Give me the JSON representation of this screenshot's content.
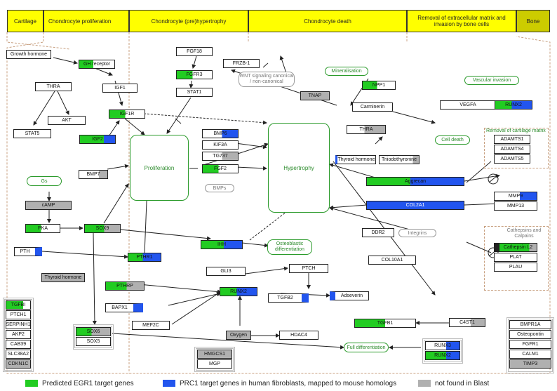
{
  "colors": {
    "green": "#22cc22",
    "blue": "#2255ee",
    "grey": "#b0b0b0",
    "yellow": "#ffff00",
    "stage": "#c8a080"
  },
  "stages": [
    "Cartilage",
    "Chondrocyte proliferation",
    "Chondrocyte (pre)hypertrophy",
    "Chondrocyte death",
    "Removal of extracellular matrix and invasion by bone cells",
    "Bone"
  ],
  "processes": {
    "proliferation": "Proliferation",
    "hypertrophy": "Hypertrophy",
    "mineralisation": "Mineralisation",
    "vascular_invasion": "Vascular invasion",
    "cell_death": "Cell death",
    "osteoblastic": "Osteoblastic differentiation",
    "full_diff": "Full differentiation",
    "wnt": "WNT signaling canonical / non-canonical",
    "gs": "Gs",
    "bmps": "BMPs",
    "integrins": "Integrins",
    "removal_matrix": "Removal of cartilage matrix",
    "cathepsins": "Cathepsins and Calpains"
  },
  "genes": {
    "growth_hormone": "Growth hormone",
    "gh_receptor": "GH receptor",
    "thra1": "THRA",
    "igf1": "IGF1",
    "akt": "AKT",
    "stat5": "STAT5",
    "igf1r": "IGF1R",
    "igf2": "IGF2",
    "fgf18": "FGF18",
    "fgfr3": "FGFR3",
    "stat1": "STAT1",
    "frzb1": "FRZB-1",
    "tnap": "TNAP",
    "npp1": "NPP1",
    "carminerin": "Carminerin",
    "vegfa": "VEGFA",
    "runx2a": "RUNX2",
    "bmp6": "BMP6",
    "kif3a": "KIF3A",
    "tg737": "TG737",
    "fgf2": "FGF2",
    "bmp7": "BMP7",
    "thra2": "THRA",
    "thyroid_hormone1": "Thyroid hormone",
    "triiodothyronine": "Triiodothyronine",
    "adamts1": "ADAMTS1",
    "adamts4": "ADAMTS4",
    "adamts5": "ADAMTS5",
    "camp": "cAMP",
    "pka": "PKA",
    "sox9": "SOX9",
    "aggrecan": "Aggrecan",
    "mmp9": "MMP9",
    "mmp13": "MMP13",
    "col2a1": "COL2A1",
    "ddr2": "DDR2",
    "pth": "PTH",
    "pthr1": "PTHR1",
    "ihh": "IHH",
    "thyroid_hormone2": "Thyroid hormone",
    "gli3": "GLI3",
    "ptch": "PTCH",
    "col10a1": "COL10A1",
    "cathepsin_l2": "Cathepsin L2",
    "plat": "PLAT",
    "plau": "PLAU",
    "pthrp": "PTHRP",
    "runx2b": "RUNX2",
    "bapx1": "BAPX1",
    "tgfb2": "TGFB2",
    "adseverin": "Adseverin",
    "mef2c": "MEF2C",
    "tgfb1": "TGFB1",
    "c4st1": "C4ST1",
    "oxygen": "Oxygen",
    "hdac4": "HDAC4",
    "sox6": "SOX6",
    "sox5": "SOX5",
    "runx3": "RUNX3",
    "runx2c": "RUNX2",
    "hmgcs1": "HMGCS1",
    "mgp": "MGP",
    "tgfbi": "TGFBI",
    "ptch1": "PTCH1",
    "serpinh1": "SERPINH1",
    "akp2": "AKP2",
    "cab39": "CAB39",
    "slc38a2": "SLC38A2",
    "cdkn1c": "CDKN1C",
    "bmpr1a": "BMPR1A",
    "osteopontin": "Osteopontin",
    "fgfr1": "FGFR1",
    "calm1": "CALM1",
    "timp3": "TIMP3"
  },
  "legend": {
    "green": "Predicted EGR1 target genes",
    "blue": "PRC1 target genes in human fibroblasts, mapped to mouse homologs",
    "grey": "not found in Blast"
  }
}
